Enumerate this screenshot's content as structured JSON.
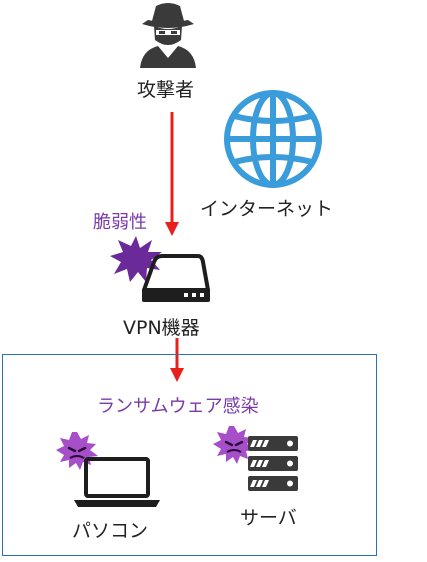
{
  "labels": {
    "attacker": "攻撃者",
    "internet": "インターネット",
    "vulnerability": "脆弱性",
    "vpn_device": "VPN機器",
    "ransomware": "ランサムウェア感染",
    "pc": "パソコン",
    "server": "サーバ"
  },
  "icons": {
    "attacker": "hacker-icon",
    "internet": "globe-icon",
    "vpn": "router-icon",
    "pc": "laptop-icon",
    "server": "server-icon",
    "virus": "virus-icon",
    "burst": "burst-icon"
  },
  "colors": {
    "arrow": "#e8201c",
    "accent_purple": "#7a3aa8",
    "globe": "#3a9cdb",
    "box_border": "#2a72b2",
    "text": "#222222"
  }
}
